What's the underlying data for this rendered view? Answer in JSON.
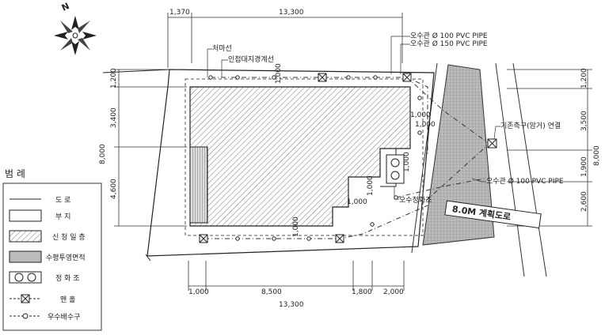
{
  "north_label": "N",
  "dimensions": {
    "top": [
      "1,370",
      "13,300"
    ],
    "bottom": [
      "1,000",
      "8,500",
      "1,800",
      "2,000"
    ],
    "bottom_total": "13,300",
    "left": [
      "1,200",
      "3,400",
      "4,600"
    ],
    "left_total": "8,000",
    "right": [
      "1,200",
      "3,500",
      "1,900",
      "2,600"
    ],
    "right_total": "8,000",
    "inner": [
      "1,000",
      "1,000",
      "1,000",
      "1,000",
      "1,000",
      "1,000",
      "1,000"
    ]
  },
  "labels": {
    "eave_line": "처마선",
    "boundary_line": "인접대지경계선",
    "pipe_100": "오수관 Ø 100 PVC PIPE",
    "pipe_150": "오수관 Ø 150 PVC PIPE",
    "existing_outlet": "기존측구(암거) 연결",
    "pipe_100_right": "오수관 Ø 100 PVC PIPE",
    "sewage_box": "오수정화조",
    "road": "8.0M 계획도로"
  },
  "legend": {
    "title": "범 례",
    "items": [
      {
        "label": "도 로"
      },
      {
        "label": "부 지"
      },
      {
        "label": "신 청 일 층"
      },
      {
        "label": "수평투영면적"
      },
      {
        "label": "정 화 조"
      },
      {
        "label": "맨 홀"
      },
      {
        "label": "우수배수구"
      }
    ]
  }
}
